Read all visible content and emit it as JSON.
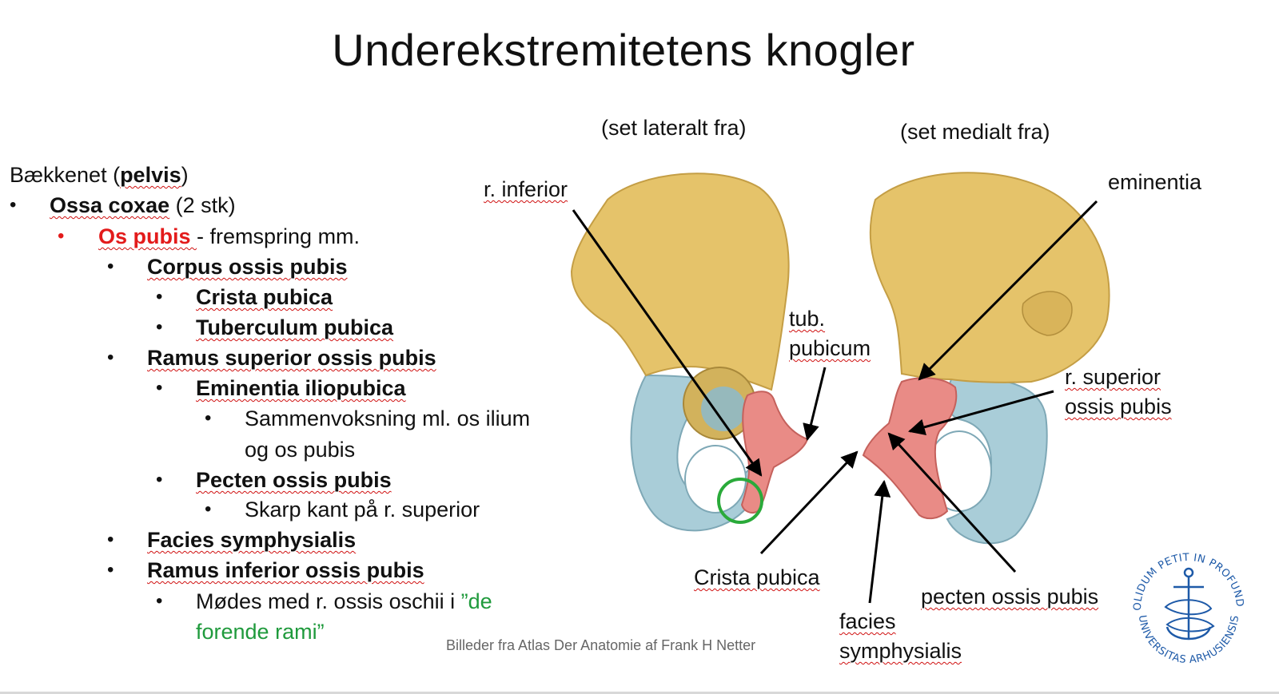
{
  "title": "Underekstremitetens knogler",
  "view_lateral": "(set lateralt fra)",
  "view_medial": "(set medialt fra)",
  "outline": {
    "l0_a": "Bækkenet (",
    "l0_b": "pelvis",
    "l0_c": ")",
    "l1_a": "Ossa coxae",
    "l1_b": " (2 stk)",
    "l2_a": "Os pubis ",
    "l2_b": "- fremspring mm.",
    "l3": "Corpus ossis pubis",
    "l4": "Crista pubica",
    "l5": "Tuberculum pubica",
    "l6": "Ramus superior ossis pubis",
    "l7": "Eminentia iliopubica",
    "l8": "Sammenvoksning ml. os ilium",
    "l9": "og os pubis",
    "l10": "Pecten ossis pubis",
    "l11": "Skarp kant på r. superior",
    "l12": "Facies symphysialis",
    "l13": "Ramus inferior ossis pubis",
    "l14_a": "Mødes med r. ossis oschii i ",
    "l14_b": "”de",
    "l15": "forende rami”"
  },
  "labels": {
    "r_inferior": "r. inferior",
    "tub": "tub.",
    "pubicum": "pubicum",
    "eminentia": "eminentia",
    "r_superior": "r. superior",
    "ossis_pubis": "ossis pubis",
    "crista_pubica": "Crista pubica",
    "pecten": "pecten ossis pubis",
    "facies": "facies",
    "symphysialis": "symphysialis"
  },
  "caption": "Billeder fra Atlas Der Anatomie af Frank H Netter",
  "seal": {
    "top_text": "SOLIDUM PETIT IN PROFUNDIS",
    "bottom_text": "UNIVERSITAS ARHUSIENSIS"
  },
  "colors": {
    "ilium": "#e5c36a",
    "ischium": "#a9cdd8",
    "pubis": "#e98b86",
    "seal": "#1e5aa8",
    "highlight_circle": "#2aaa3a"
  }
}
